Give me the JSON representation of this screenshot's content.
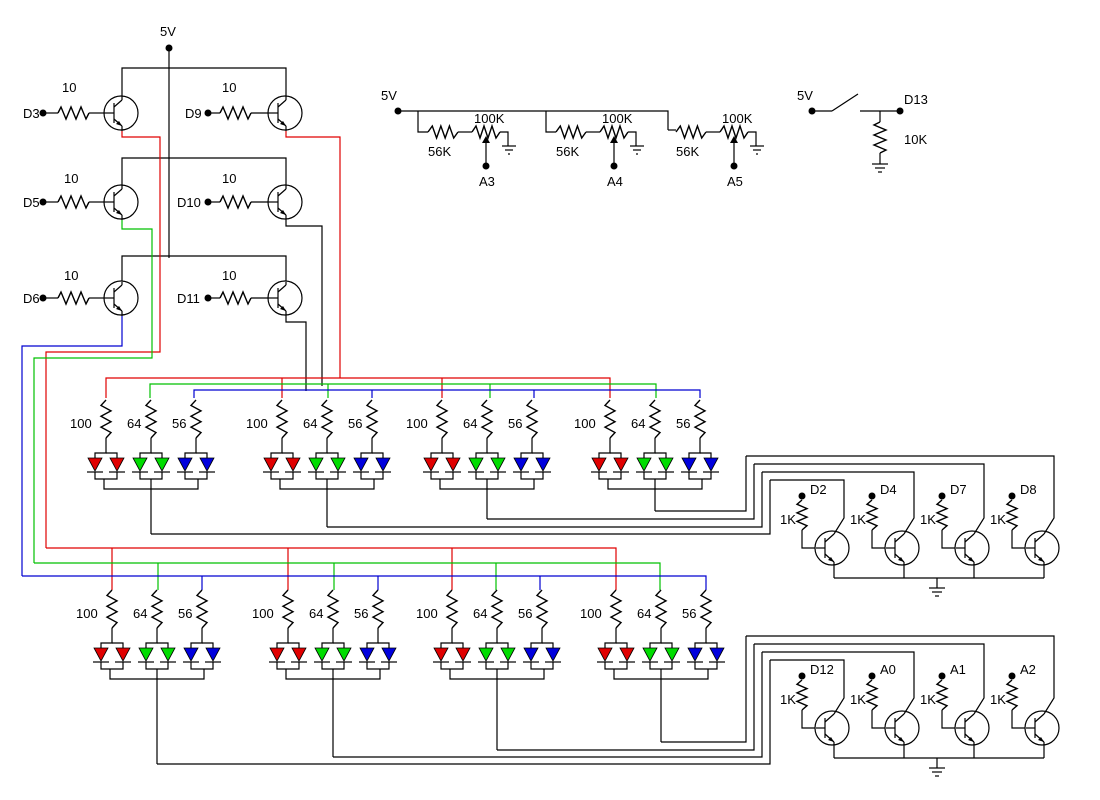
{
  "supply": {
    "label": "5V"
  },
  "driver_transistors": [
    {
      "pin": "D3",
      "resistor": "10"
    },
    {
      "pin": "D9",
      "resistor": "10"
    },
    {
      "pin": "D5",
      "resistor": "10"
    },
    {
      "pin": "D10",
      "resistor": "10"
    },
    {
      "pin": "D6",
      "resistor": "10"
    },
    {
      "pin": "D11",
      "resistor": "10"
    }
  ],
  "pot_dividers": {
    "supply": "5V",
    "units": [
      {
        "fixed": "56K",
        "pot": "100K",
        "output": "A3"
      },
      {
        "fixed": "56K",
        "pot": "100K",
        "output": "A4"
      },
      {
        "fixed": "56K",
        "pot": "100K",
        "output": "A5"
      }
    ]
  },
  "switch_input": {
    "supply": "5V",
    "pin": "D13",
    "pulldown": "10K"
  },
  "led_resistors": {
    "red": "100",
    "green": "64",
    "blue": "56"
  },
  "led_colors": {
    "red": "#e00000",
    "green": "#00dd00",
    "blue": "#0000dd"
  },
  "row_transistors_top": [
    {
      "pin": "D2",
      "resistor": "1K"
    },
    {
      "pin": "D4",
      "resistor": "1K"
    },
    {
      "pin": "D7",
      "resistor": "1K"
    },
    {
      "pin": "D8",
      "resistor": "1K"
    }
  ],
  "row_transistors_bottom": [
    {
      "pin": "D12",
      "resistor": "1K"
    },
    {
      "pin": "A0",
      "resistor": "1K"
    },
    {
      "pin": "A1",
      "resistor": "1K"
    },
    {
      "pin": "A2",
      "resistor": "1K"
    }
  ]
}
